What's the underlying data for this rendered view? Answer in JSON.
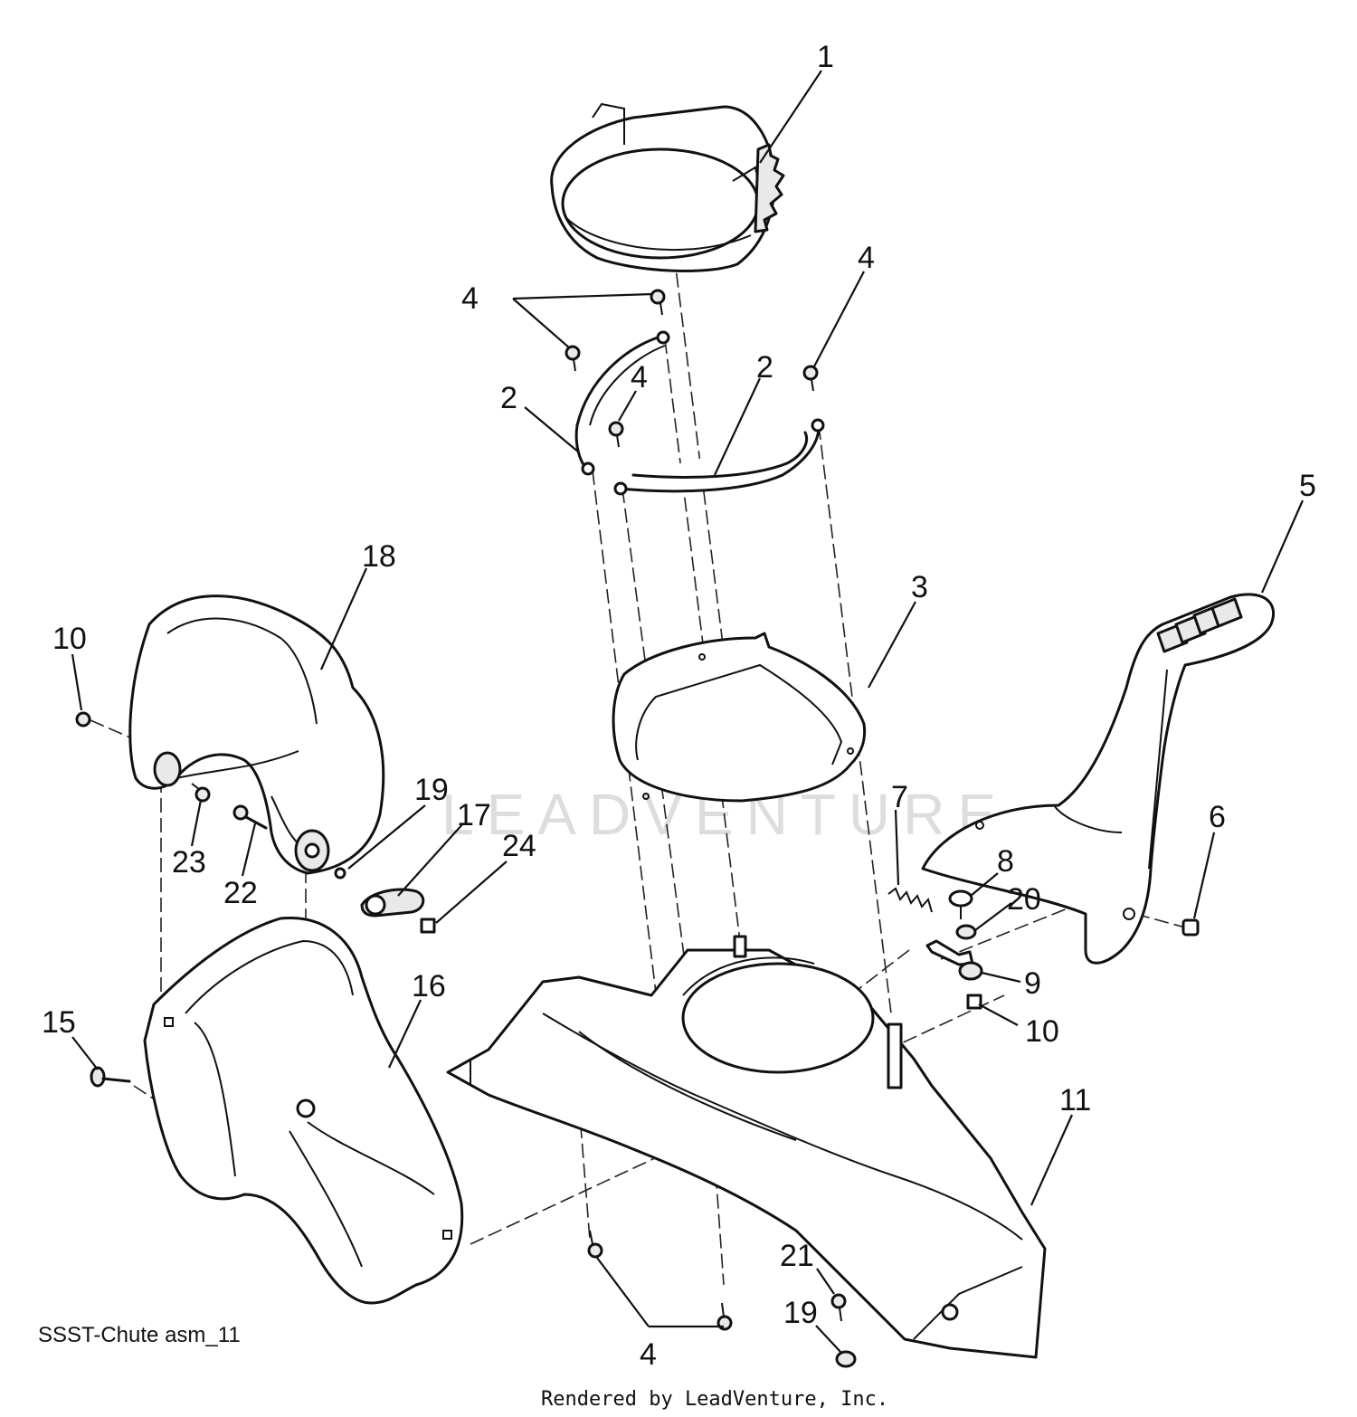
{
  "diagram": {
    "caption": "SSST-Chute asm_11",
    "footer": "Rendered by LeadVenture, Inc.",
    "watermark": "LEADVENTURE",
    "line_color": "#111111",
    "background": "#ffffff"
  },
  "callouts": {
    "c1": "1",
    "c2a": "2",
    "c2b": "2",
    "c3": "3",
    "c4a": "4",
    "c4b": "4",
    "c4c": "4",
    "c4d": "4",
    "c5": "5",
    "c6": "6",
    "c7": "7",
    "c8": "8",
    "c9": "9",
    "c10a": "10",
    "c10b": "10",
    "c11": "11",
    "c15": "15",
    "c16": "16",
    "c17": "17",
    "c18": "18",
    "c19a": "19",
    "c19b": "19",
    "c20": "20",
    "c21": "21",
    "c22": "22",
    "c23": "23",
    "c24": "24"
  }
}
